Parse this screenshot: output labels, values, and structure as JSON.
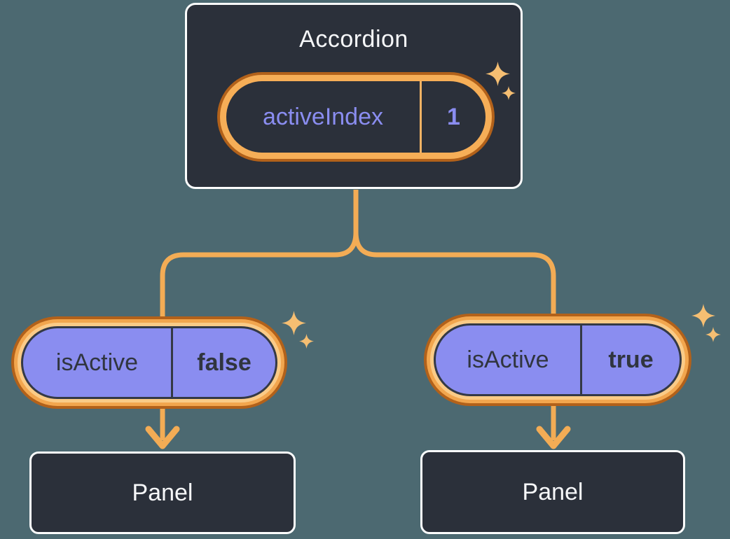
{
  "colors": {
    "background": "#4C6971",
    "node_fill": "#2B303A",
    "node_border": "#FCFDFD",
    "purple": "#8A8DF0",
    "text_dark": "#30353F",
    "text_light": "#F6F7F9",
    "line_orange": "#F3AC55",
    "ring_light": "#F6AE57",
    "ring_mid": "#F2A64E",
    "ring_cream": "#FACB87",
    "ring_dark": "#B2611A",
    "pill_border": "#343945",
    "sparkle": "#F5BE72",
    "divider_orange": "#F3B264"
  },
  "diagram": {
    "root": {
      "title": "Accordion",
      "state": {
        "name": "activeIndex",
        "value": "1"
      }
    },
    "children": [
      {
        "prop_name": "isActive",
        "prop_value": "false",
        "label": "Panel"
      },
      {
        "prop_name": "isActive",
        "prop_value": "true",
        "label": "Panel"
      }
    ]
  }
}
